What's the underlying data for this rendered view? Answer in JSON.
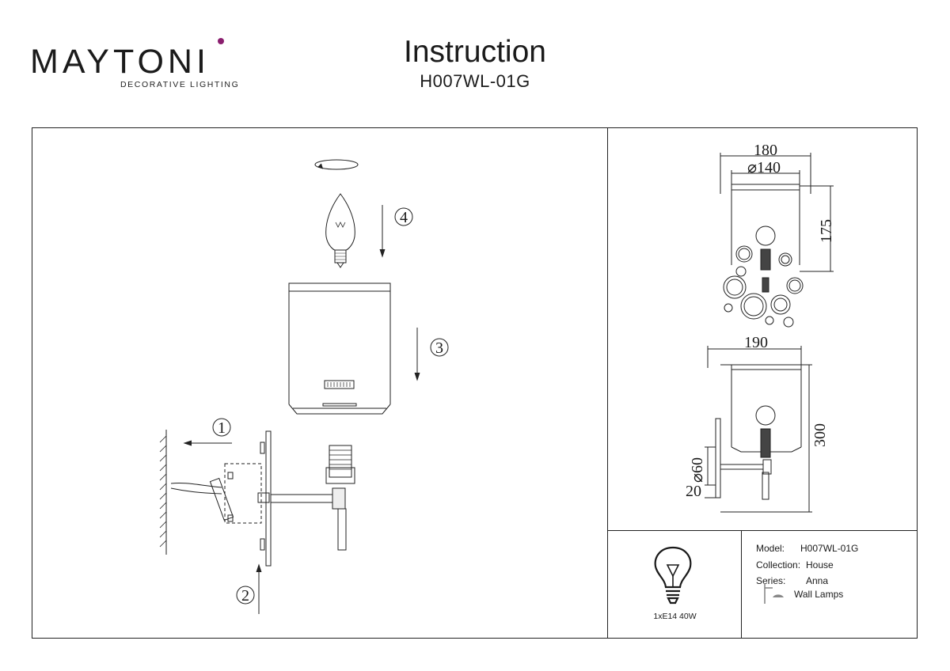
{
  "brand": {
    "name": "MAYTONI",
    "tagline": "DECORATIVE LIGHTING",
    "accent_color": "#8a1e6e"
  },
  "header": {
    "title": "Instruction",
    "model_code": "H007WL-01G"
  },
  "assembly": {
    "steps": [
      "1",
      "2",
      "3",
      "4"
    ]
  },
  "dimensions": {
    "front_width_outer": "180",
    "front_width_shade": "⌀140",
    "front_height_shade": "175",
    "side_depth": "190",
    "side_height": "300",
    "side_plate_diameter": "⌀60",
    "side_arm_offset": "20"
  },
  "spec": {
    "model_label": "Model:",
    "model_value": "H007WL-01G",
    "collection_label": "Collection:",
    "collection_value": "House",
    "series_label": "Series:",
    "series_value": "Anna",
    "type_value": "Wall Lamps",
    "bulb_spec": "1xE14 40W"
  }
}
